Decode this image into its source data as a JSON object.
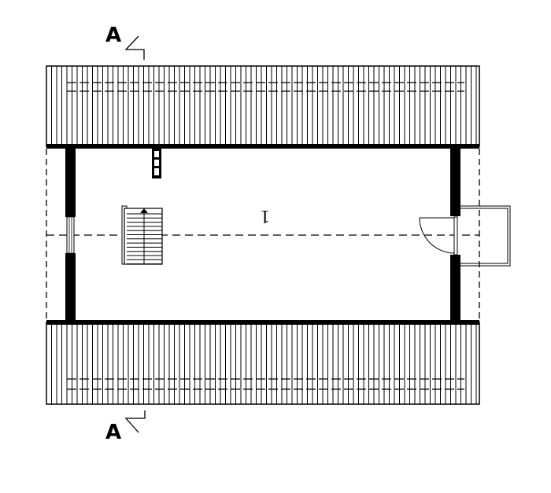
{
  "section_marker_top": "A",
  "section_marker_bottom": "A",
  "room_number": "1",
  "colors": {
    "ink": "#000000",
    "paper": "#ffffff"
  }
}
